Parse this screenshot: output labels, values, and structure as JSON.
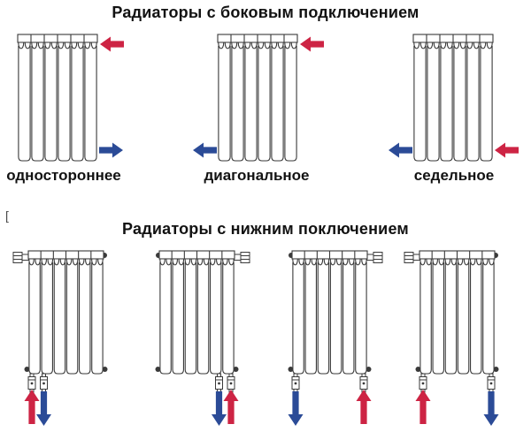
{
  "colors": {
    "hot": "#cd2444",
    "cold": "#2b4b97",
    "outline": "#3a3a3a",
    "background": "#ffffff"
  },
  "side_section": {
    "title": "Радиаторы с боковым подключением",
    "items": [
      {
        "label": "одностороннее",
        "arrows": [
          {
            "position": "top-right",
            "direction": "left",
            "flow": "hot"
          },
          {
            "position": "bottom-right",
            "direction": "right",
            "flow": "cold"
          }
        ]
      },
      {
        "label": "диагональное",
        "arrows": [
          {
            "position": "top-right",
            "direction": "left",
            "flow": "hot"
          },
          {
            "position": "bottom-left",
            "direction": "left",
            "flow": "cold"
          }
        ]
      },
      {
        "label": "седельное",
        "arrows": [
          {
            "position": "bottom-left",
            "direction": "left",
            "flow": "cold"
          },
          {
            "position": "bottom-right",
            "direction": "left",
            "flow": "hot"
          }
        ]
      }
    ]
  },
  "bottom_section": {
    "title": "Радиаторы с нижним поключением",
    "stray_char": "[",
    "items": [
      {
        "valve": "left",
        "pipe_layout": "left-pair",
        "pipes": [
          {
            "flow": "hot",
            "direction": "up"
          },
          {
            "flow": "cold",
            "direction": "down"
          }
        ]
      },
      {
        "valve": "right",
        "pipe_layout": "right-pair",
        "pipes": [
          {
            "flow": "cold",
            "direction": "down"
          },
          {
            "flow": "hot",
            "direction": "up"
          }
        ]
      },
      {
        "valve": "right",
        "pipe_layout": "spread",
        "pipes": [
          {
            "flow": "cold",
            "direction": "down"
          },
          {
            "flow": "hot",
            "direction": "up"
          }
        ]
      },
      {
        "valve": "left",
        "pipe_layout": "spread",
        "pipes": [
          {
            "flow": "hot",
            "direction": "up"
          },
          {
            "flow": "cold",
            "direction": "down"
          }
        ]
      }
    ]
  }
}
